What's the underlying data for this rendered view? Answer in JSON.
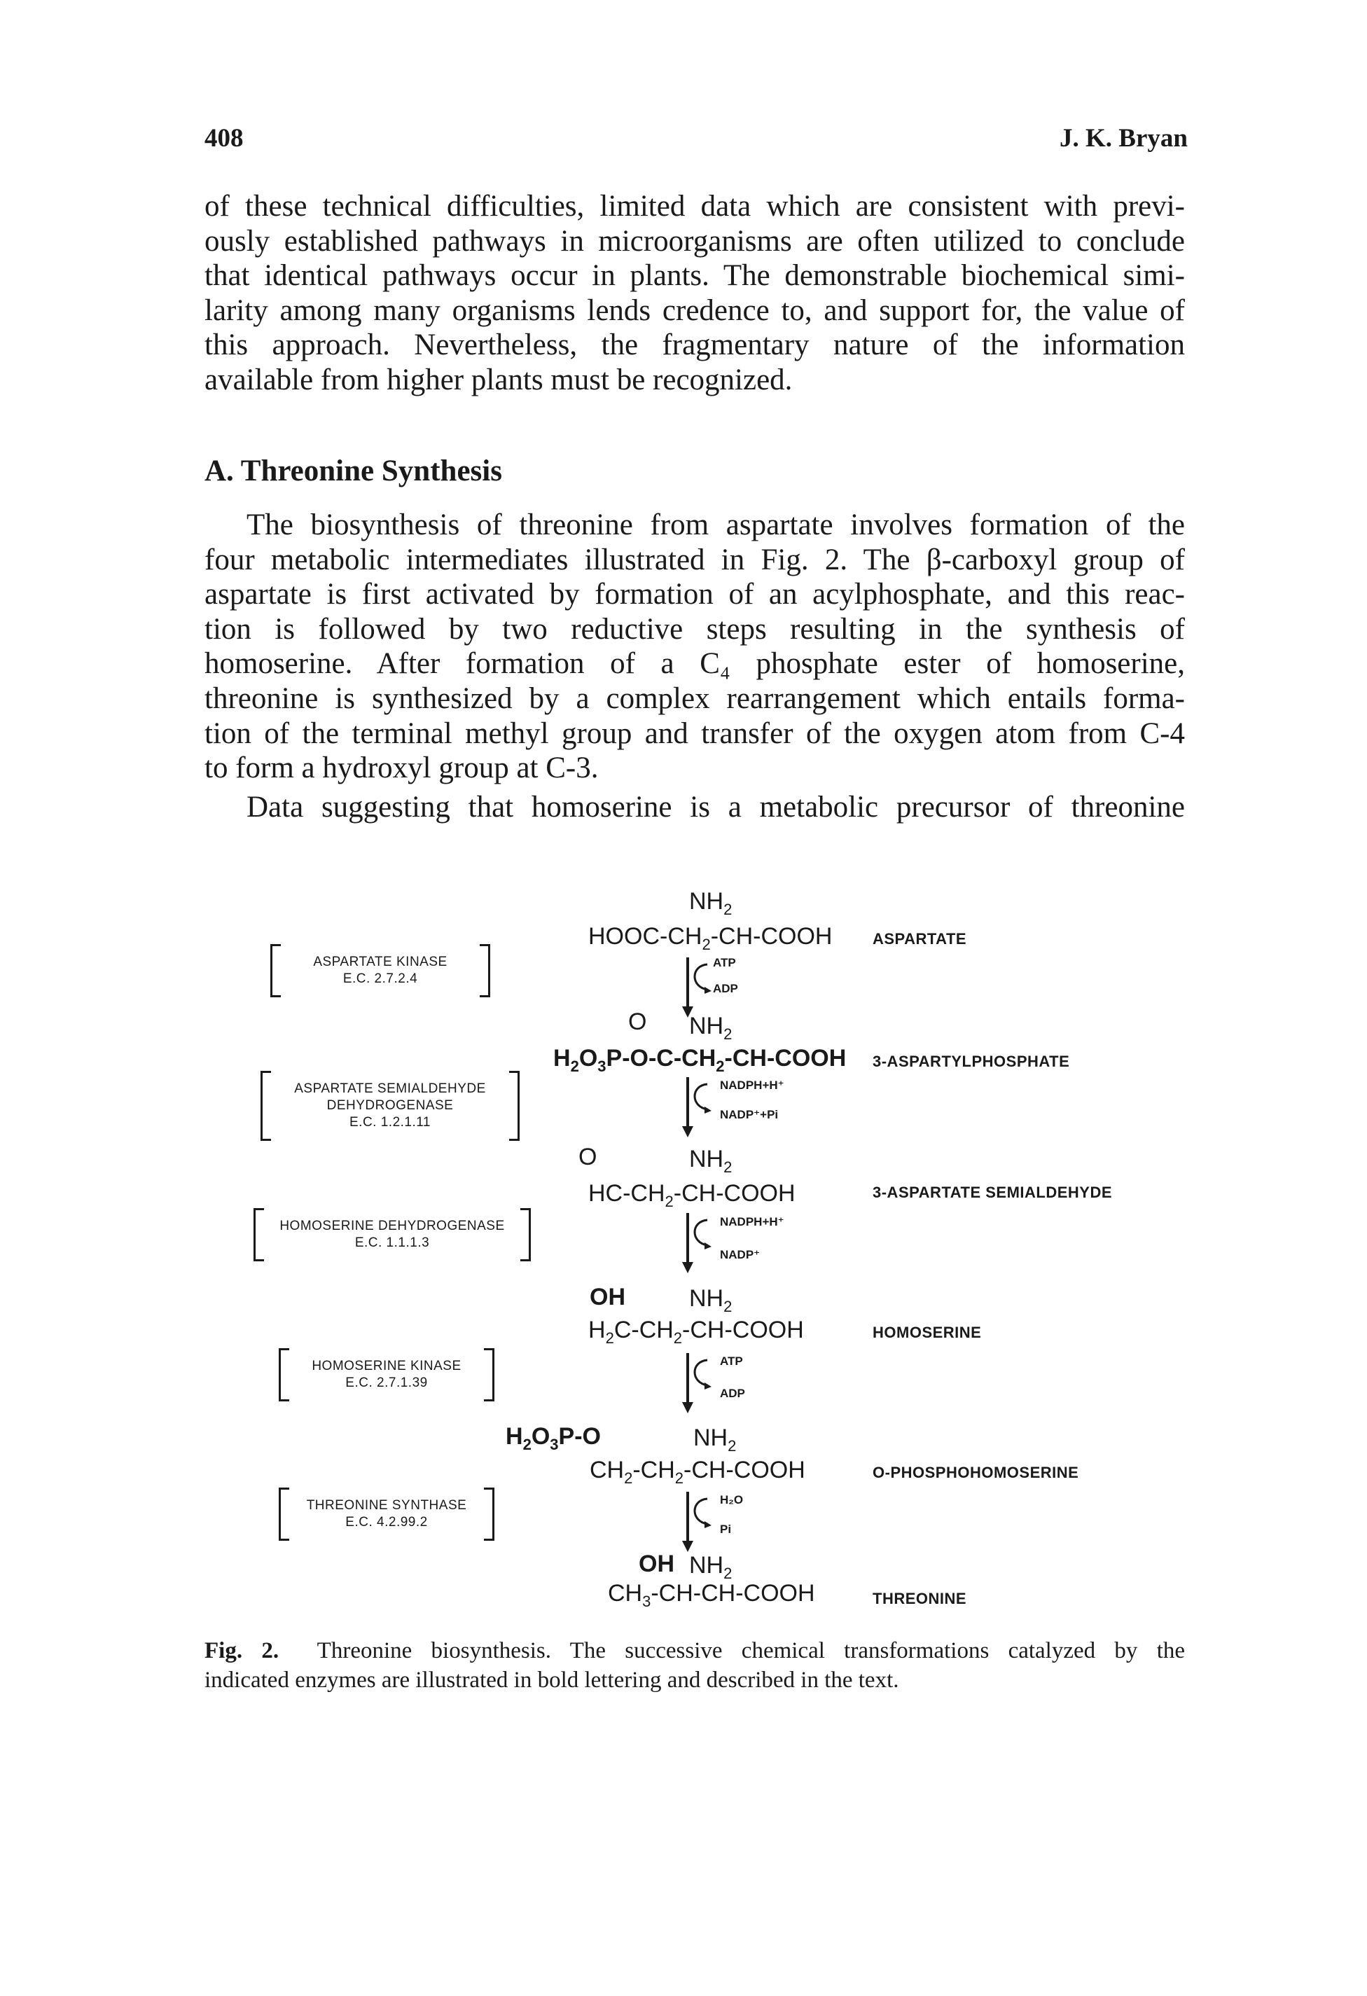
{
  "header": {
    "page_number": "408",
    "author": "J. K. Bryan"
  },
  "intro_lines": [
    "of these technical difficulties, limited data which are consistent with previ-",
    "ously established pathways in microorganisms are often utilized to conclude",
    "that identical pathways occur in plants. The demonstrable biochemical simi-",
    "larity among many organisms lends credence to, and support for, the value of",
    "this approach. Nevertheless, the fragmentary nature of the information",
    "available from higher plants must be recognized."
  ],
  "section_heading": "A. Threonine Synthesis",
  "body_lines": [
    "The biosynthesis of threonine from aspartate involves formation of the",
    "four metabolic intermediates illustrated in Fig. 2. The β-carboxyl group of",
    "aspartate is first activated by formation of an acylphosphate, and this reac-",
    "tion is followed by two reductive steps resulting in the synthesis of",
    "homoserine. After formation of a C₄ phosphate ester of homoserine,",
    "threonine is synthesized by a complex rearrangement which entails forma-",
    "tion of the terminal methyl group and transfer of the oxygen atom from C-4",
    "to form a hydroxyl group at C-3."
  ],
  "body_last_line": "Data suggesting that homoserine is a metabolic precursor of threonine",
  "figure": {
    "compounds": [
      {
        "name": "ASPARTATE",
        "top_label": "NH2",
        "formula": "HOOC-CH2-CH-COOH"
      },
      {
        "name": "3-ASPARTYLPHOSPHATE",
        "top_label": "O     NH2",
        "formula": "H2O3P-O-C-CH2-CH-COOH"
      },
      {
        "name": "3-ASPARTATE SEMIALDEHYDE",
        "top_label": "O     NH2",
        "formula": "HC-CH2-CH-COOH"
      },
      {
        "name": "HOMOSERINE",
        "top_label": "OH     NH2",
        "formula": "H2C-CH2-CH-COOH"
      },
      {
        "name": "O-PHOSPHOHOMOSERINE",
        "top_label": "H2O3P-O     NH2",
        "formula": "CH2-CH2-CH-COOH"
      },
      {
        "name": "THREONINE",
        "top_label": "OH  NH2",
        "formula": "CH3-CH-CH-COOH"
      }
    ],
    "enzymes": [
      {
        "name": "ASPARTATE KINASE",
        "ec": "E.C. 2.7.2.4"
      },
      {
        "name_lines": [
          "ASPARTATE SEMIALDEHYDE",
          "DEHYDROGENASE"
        ],
        "ec": "E.C. 1.2.1.11"
      },
      {
        "name": "HOMOSERINE DEHYDROGENASE",
        "ec": "E.C. 1.1.1.3"
      },
      {
        "name": "HOMOSERINE KINASE",
        "ec": "E.C. 2.7.1.39"
      },
      {
        "name": "THREONINE SYNTHASE",
        "ec": "E.C. 4.2.99.2"
      }
    ],
    "cofactors": [
      {
        "in": "ATP",
        "out": "ADP"
      },
      {
        "in": "NADPH+H⁺",
        "out": "NADP⁺+Pi"
      },
      {
        "in": "NADPH+H⁺",
        "out": "NADP⁺"
      },
      {
        "in": "ATP",
        "out": "ADP"
      },
      {
        "in": "H₂O",
        "out": "Pi"
      }
    ],
    "caption_label": "Fig. 2.",
    "caption_line1": "Threonine biosynthesis. The successive chemical transformations catalyzed by the",
    "caption_line2": "indicated enzymes are illustrated in bold lettering and described in the text."
  }
}
